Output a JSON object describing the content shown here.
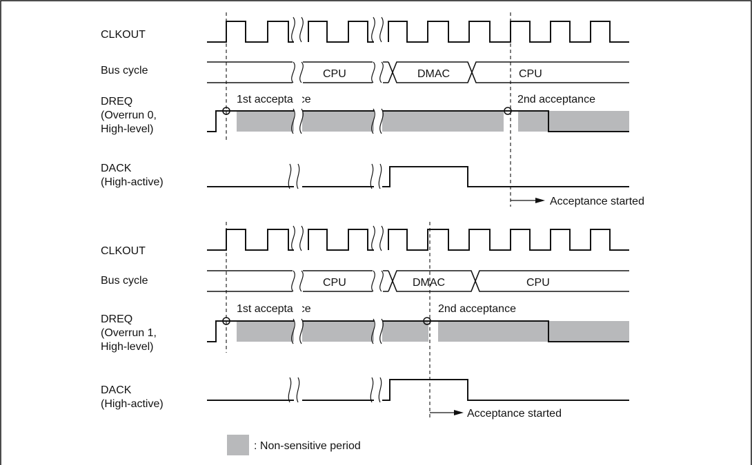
{
  "diagram": {
    "top": {
      "clkout_label": "CLKOUT",
      "bus_label": "Bus cycle",
      "bus_cpu1": "CPU",
      "bus_dmac": "DMAC",
      "bus_cpu2": "CPU",
      "dreq_label_1": "DREQ",
      "dreq_label_2": "(Overrun 0,",
      "dreq_label_3": "High-level)",
      "first_acceptance": "1st acceptance",
      "second_acceptance": "2nd acceptance",
      "dack_label_1": "DACK",
      "dack_label_2": "(High-active)",
      "acceptance_started": "Acceptance started"
    },
    "bottom": {
      "clkout_label": "CLKOUT",
      "bus_label": "Bus cycle",
      "bus_cpu1": "CPU",
      "bus_dmac": "DMAC",
      "bus_cpu2": "CPU",
      "dreq_label_1": "DREQ",
      "dreq_label_2": "(Overrun 1,",
      "dreq_label_3": "High-level)",
      "first_acceptance": "1st acceptance",
      "second_acceptance": "2nd acceptance",
      "dack_label_1": "DACK",
      "dack_label_2": "(High-active)",
      "acceptance_started": "Acceptance started"
    },
    "legend": {
      "text": ": Non-sensitive period",
      "swatch_color": "#b8b9bb"
    }
  }
}
